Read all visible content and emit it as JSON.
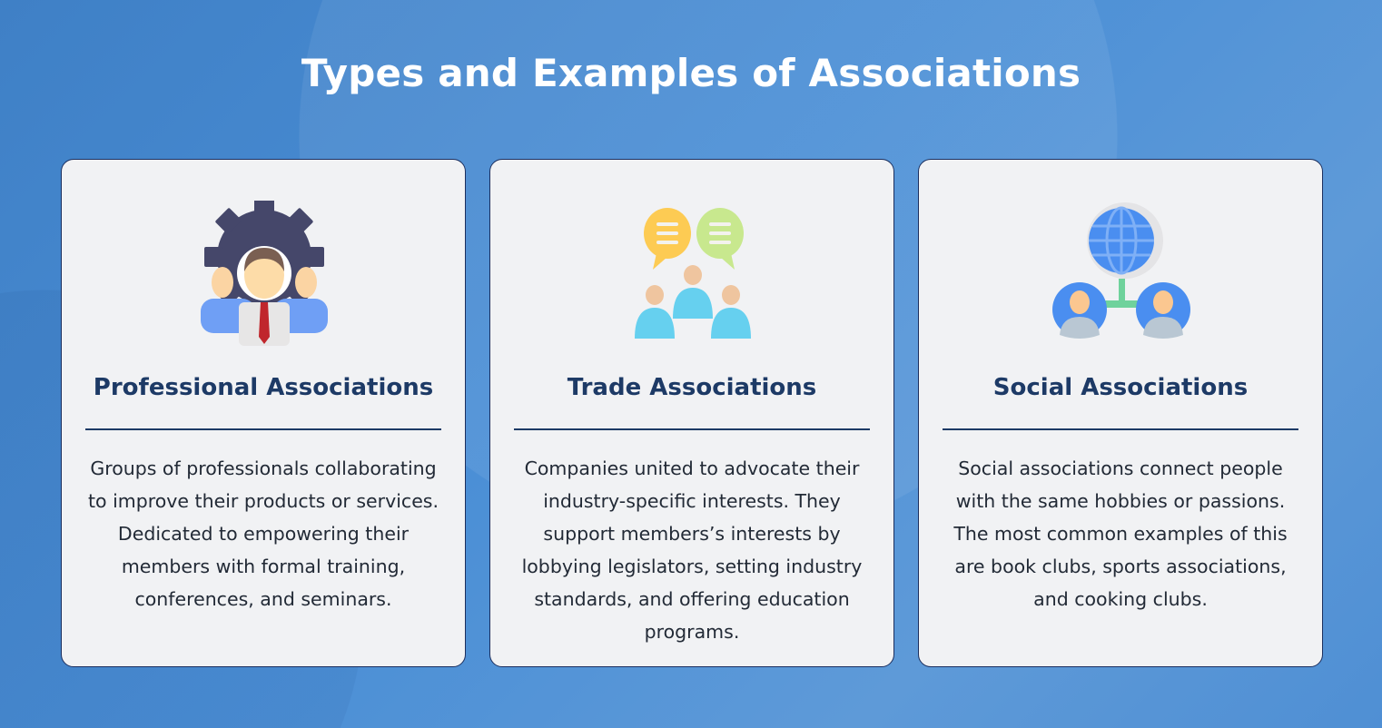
{
  "title": "Types and Examples of Associations",
  "cards": [
    {
      "icon": "professional-team-gear-icon",
      "heading": "Professional Associations",
      "body": "Groups of professionals collaborating to improve their products or services. Dedicated to empowering their members with formal training, conferences, and seminars."
    },
    {
      "icon": "people-chat-bubbles-icon",
      "heading": "Trade Associations",
      "body": "Companies united to advocate their industry-specific interests. They support members’s interests by lobbying legislators, setting industry standards, and offering education programs."
    },
    {
      "icon": "globe-network-people-icon",
      "heading": "Social Associations",
      "body": "Social associations connect people with the same hobbies or passions. The most common examples of this are book clubs, sports associations, and cooking clubs."
    }
  ]
}
